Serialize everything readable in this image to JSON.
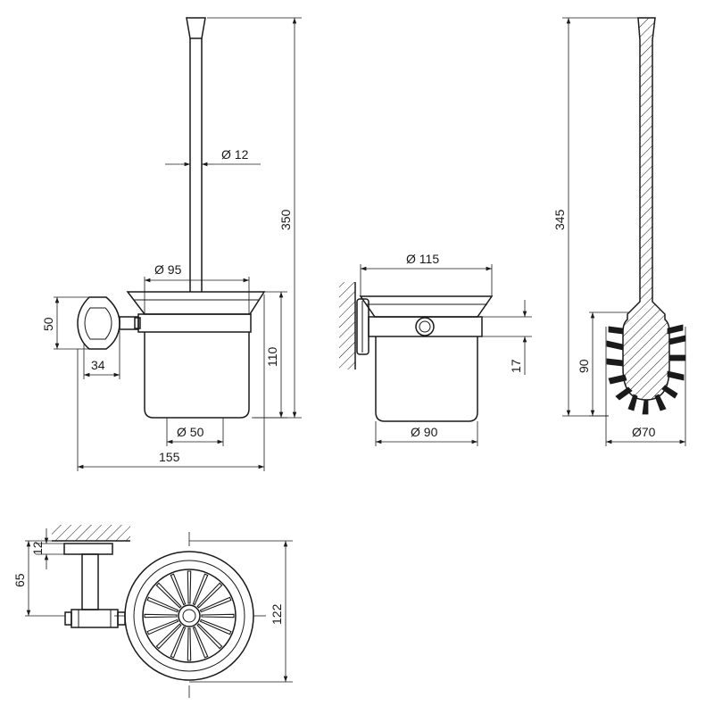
{
  "dimensions": {
    "front_brush_diameter": "Ø 12",
    "front_total_height": "350",
    "front_cup_rim_diameter": "Ø 95",
    "front_bracket_height": "50",
    "front_cup_height": "110",
    "front_bracket_width": "34",
    "front_cup_base_diameter": "Ø 50",
    "front_total_width": "155",
    "side_rim_diameter": "Ø 115",
    "side_ring_height": "17",
    "side_cup_diameter": "Ø 90",
    "brush_total_length": "345",
    "brush_head_height": "90",
    "brush_head_diameter": "Ø70",
    "top_plate_thickness": "12",
    "top_wall_offset": "65",
    "top_outer_diameter": "122"
  }
}
